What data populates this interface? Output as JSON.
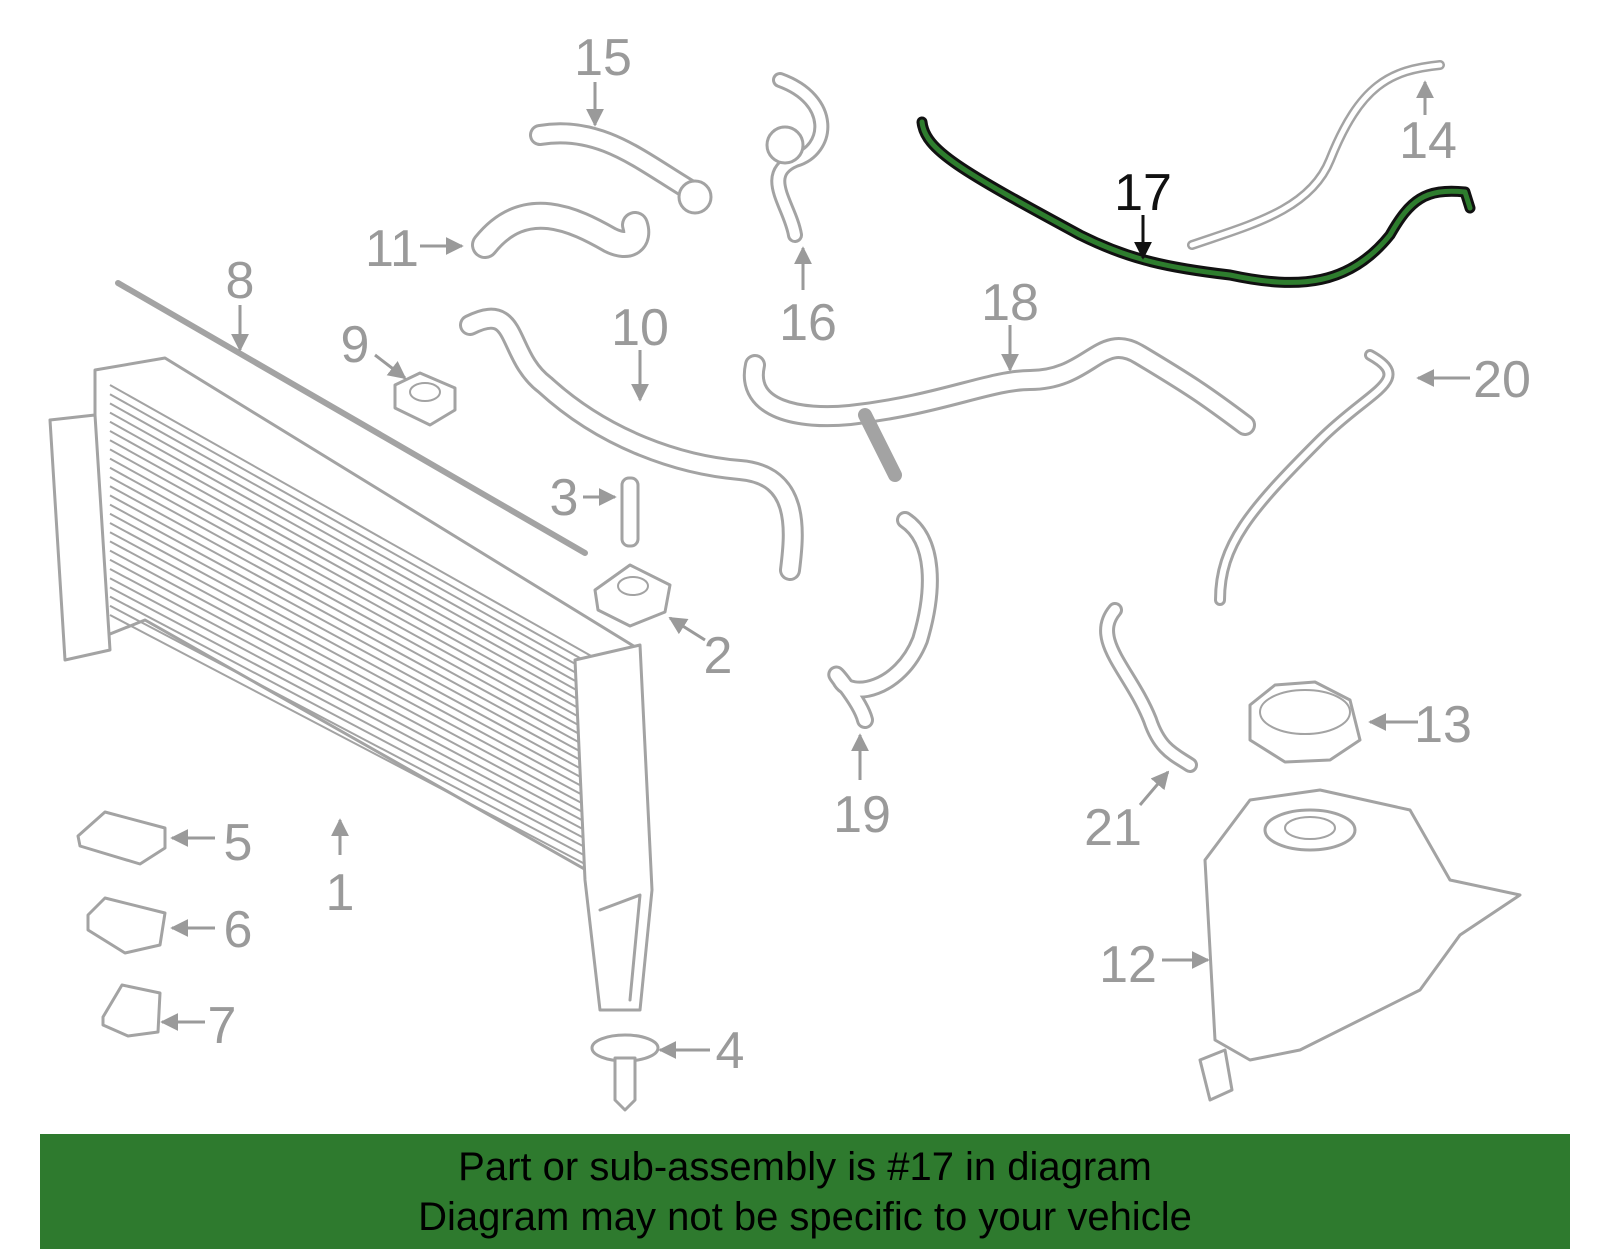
{
  "diagram": {
    "callouts": [
      "1",
      "2",
      "3",
      "4",
      "5",
      "6",
      "7",
      "8",
      "9",
      "10",
      "11",
      "12",
      "13",
      "14",
      "15",
      "16",
      "17",
      "18",
      "19",
      "20",
      "21"
    ],
    "highlighted_part": "17",
    "colors": {
      "part_stroke": "#a3a3a3",
      "label": "#9a9a9a",
      "highlight": "#2e7d2e",
      "banner": "#2e7a2e"
    }
  },
  "banner": {
    "line1": "Part or sub-assembly is #17 in diagram",
    "line2": "Diagram may not be specific to your vehicle"
  }
}
